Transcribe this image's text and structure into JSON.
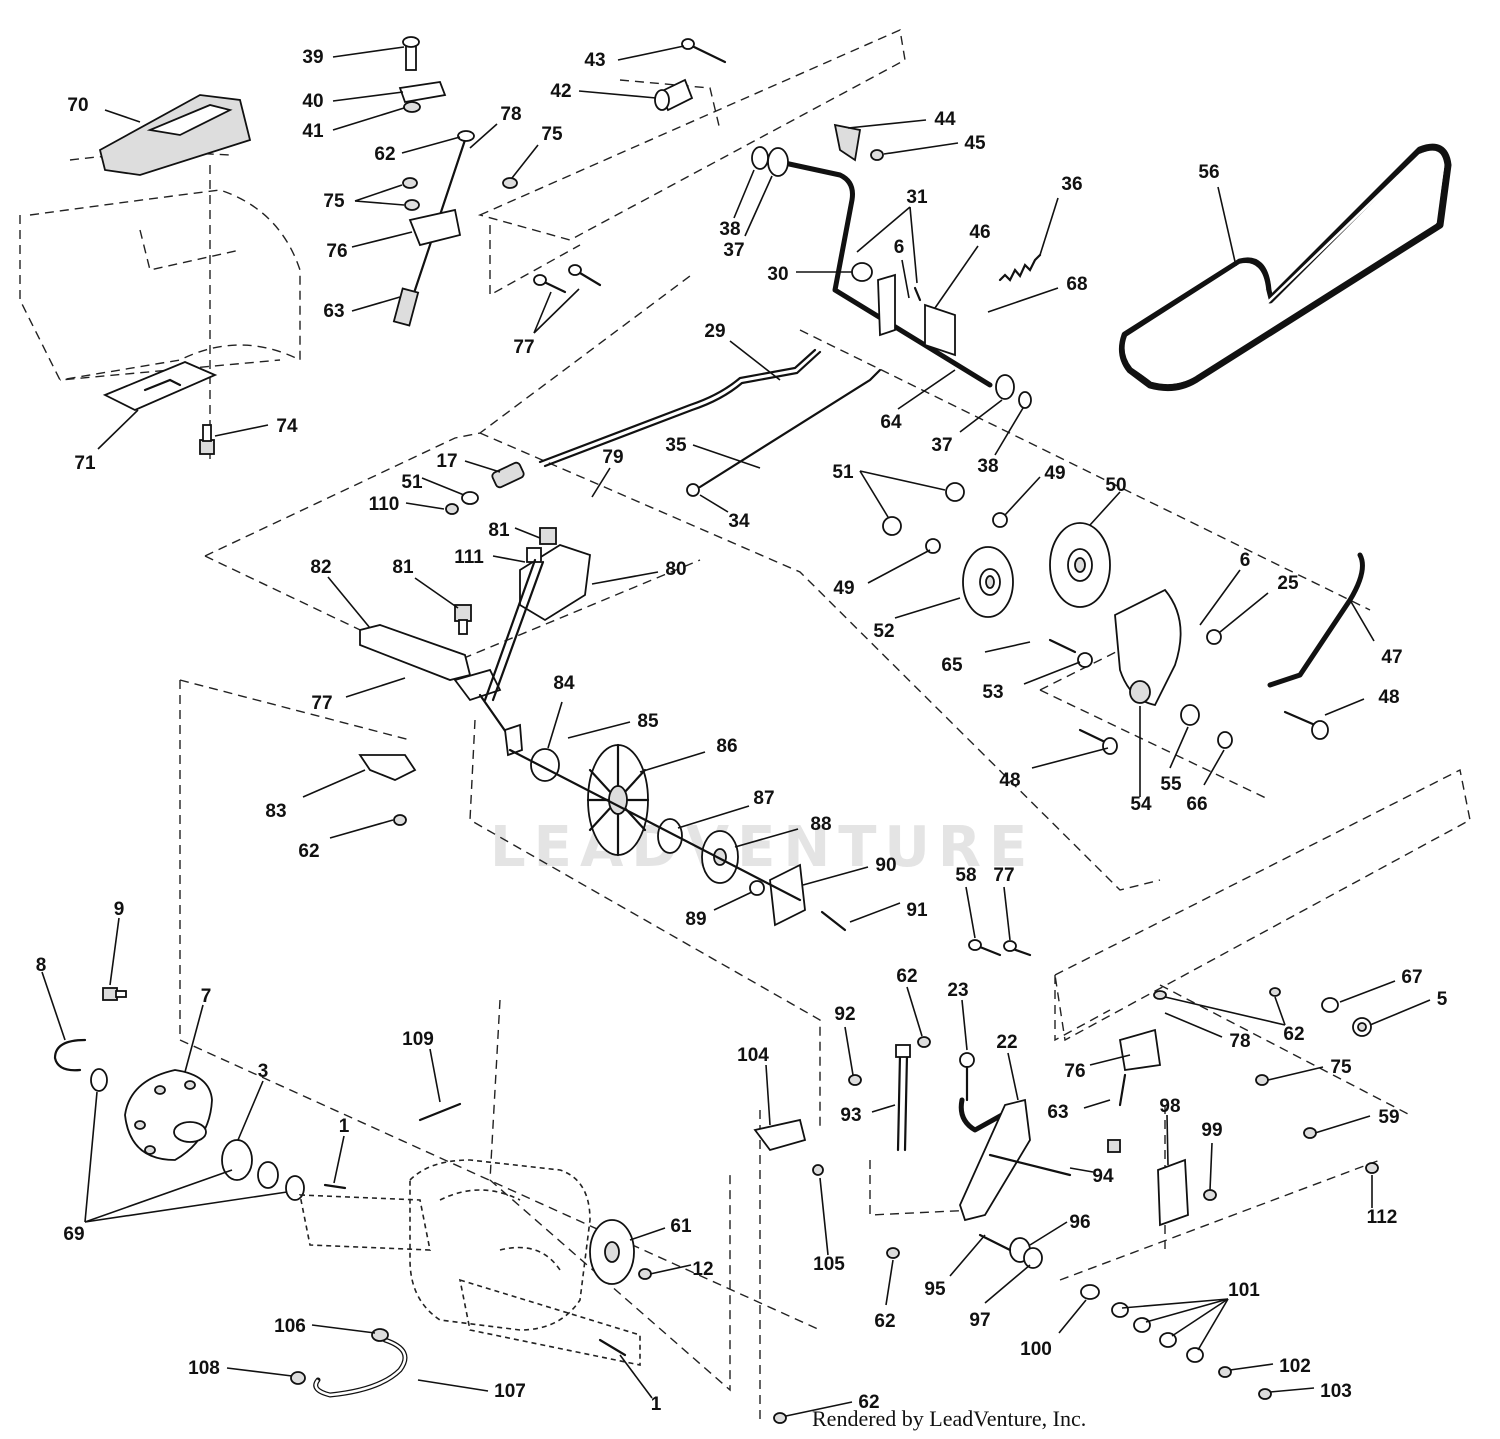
{
  "credit": "Rendered by LeadVenture, Inc.",
  "watermark": "LEADVENTURE",
  "callouts": [
    {
      "text": "39",
      "id": "39"
    },
    {
      "text": "40",
      "id": "40"
    },
    {
      "text": "41",
      "id": "41"
    },
    {
      "text": "43",
      "id": "43"
    },
    {
      "text": "42",
      "id": "42"
    },
    {
      "text": "44",
      "id": "44"
    },
    {
      "text": "45",
      "id": "45"
    },
    {
      "text": "70",
      "id": "70"
    },
    {
      "text": "78",
      "id": "78a"
    },
    {
      "text": "62",
      "id": "62a"
    },
    {
      "text": "75",
      "id": "75a"
    },
    {
      "text": "75",
      "id": "75b"
    },
    {
      "text": "76",
      "id": "76a"
    },
    {
      "text": "63",
      "id": "63a"
    },
    {
      "text": "77",
      "id": "77a"
    },
    {
      "text": "38",
      "id": "38a"
    },
    {
      "text": "37",
      "id": "37a"
    },
    {
      "text": "31",
      "id": "31"
    },
    {
      "text": "36",
      "id": "36"
    },
    {
      "text": "56",
      "id": "56"
    },
    {
      "text": "30",
      "id": "30"
    },
    {
      "text": "6",
      "id": "6a"
    },
    {
      "text": "46",
      "id": "46"
    },
    {
      "text": "68",
      "id": "68"
    },
    {
      "text": "29",
      "id": "29"
    },
    {
      "text": "64",
      "id": "64"
    },
    {
      "text": "37",
      "id": "37b"
    },
    {
      "text": "38",
      "id": "38b"
    },
    {
      "text": "71",
      "id": "71"
    },
    {
      "text": "74",
      "id": "74"
    },
    {
      "text": "17",
      "id": "17"
    },
    {
      "text": "35",
      "id": "35"
    },
    {
      "text": "34",
      "id": "34"
    },
    {
      "text": "51",
      "id": "51a"
    },
    {
      "text": "110",
      "id": "110"
    },
    {
      "text": "79",
      "id": "79"
    },
    {
      "text": "51",
      "id": "51b"
    },
    {
      "text": "49",
      "id": "49a"
    },
    {
      "text": "50",
      "id": "50"
    },
    {
      "text": "81",
      "id": "81a"
    },
    {
      "text": "111",
      "id": "111"
    },
    {
      "text": "80",
      "id": "80"
    },
    {
      "text": "82",
      "id": "82"
    },
    {
      "text": "81",
      "id": "81b"
    },
    {
      "text": "49",
      "id": "49b"
    },
    {
      "text": "6",
      "id": "6b"
    },
    {
      "text": "25",
      "id": "25"
    },
    {
      "text": "52",
      "id": "52"
    },
    {
      "text": "65",
      "id": "65"
    },
    {
      "text": "47",
      "id": "47"
    },
    {
      "text": "77",
      "id": "77b"
    },
    {
      "text": "53",
      "id": "53"
    },
    {
      "text": "48",
      "id": "48a"
    },
    {
      "text": "84",
      "id": "84"
    },
    {
      "text": "85",
      "id": "85"
    },
    {
      "text": "86",
      "id": "86"
    },
    {
      "text": "48",
      "id": "48b"
    },
    {
      "text": "55",
      "id": "55"
    },
    {
      "text": "54",
      "id": "54"
    },
    {
      "text": "66",
      "id": "66"
    },
    {
      "text": "83",
      "id": "83"
    },
    {
      "text": "87",
      "id": "87"
    },
    {
      "text": "88",
      "id": "88"
    },
    {
      "text": "62",
      "id": "62b"
    },
    {
      "text": "90",
      "id": "90"
    },
    {
      "text": "89",
      "id": "89"
    },
    {
      "text": "91",
      "id": "91"
    },
    {
      "text": "58",
      "id": "58"
    },
    {
      "text": "77",
      "id": "77c"
    },
    {
      "text": "9",
      "id": "9"
    },
    {
      "text": "8",
      "id": "8"
    },
    {
      "text": "7",
      "id": "7"
    },
    {
      "text": "62",
      "id": "62c"
    },
    {
      "text": "23",
      "id": "23"
    },
    {
      "text": "67",
      "id": "67"
    },
    {
      "text": "5",
      "id": "5"
    },
    {
      "text": "92",
      "id": "92"
    },
    {
      "text": "109",
      "id": "109"
    },
    {
      "text": "104",
      "id": "104"
    },
    {
      "text": "22",
      "id": "22"
    },
    {
      "text": "62",
      "id": "62d"
    },
    {
      "text": "78",
      "id": "78b"
    },
    {
      "text": "3",
      "id": "3"
    },
    {
      "text": "76",
      "id": "76b"
    },
    {
      "text": "75",
      "id": "75c"
    },
    {
      "text": "93",
      "id": "93"
    },
    {
      "text": "63",
      "id": "63b"
    },
    {
      "text": "1",
      "id": "1a"
    },
    {
      "text": "98",
      "id": "98"
    },
    {
      "text": "99",
      "id": "99"
    },
    {
      "text": "59",
      "id": "59"
    },
    {
      "text": "94",
      "id": "94"
    },
    {
      "text": "69",
      "id": "69"
    },
    {
      "text": "61",
      "id": "61"
    },
    {
      "text": "112",
      "id": "112"
    },
    {
      "text": "96",
      "id": "96"
    },
    {
      "text": "105",
      "id": "105"
    },
    {
      "text": "12",
      "id": "12"
    },
    {
      "text": "95",
      "id": "95"
    },
    {
      "text": "101",
      "id": "101"
    },
    {
      "text": "62",
      "id": "62e"
    },
    {
      "text": "97",
      "id": "97"
    },
    {
      "text": "106",
      "id": "106"
    },
    {
      "text": "100",
      "id": "100"
    },
    {
      "text": "102",
      "id": "102"
    },
    {
      "text": "108",
      "id": "108"
    },
    {
      "text": "107",
      "id": "107"
    },
    {
      "text": "103",
      "id": "103"
    },
    {
      "text": "1",
      "id": "1b"
    },
    {
      "text": "62",
      "id": "62f"
    }
  ]
}
